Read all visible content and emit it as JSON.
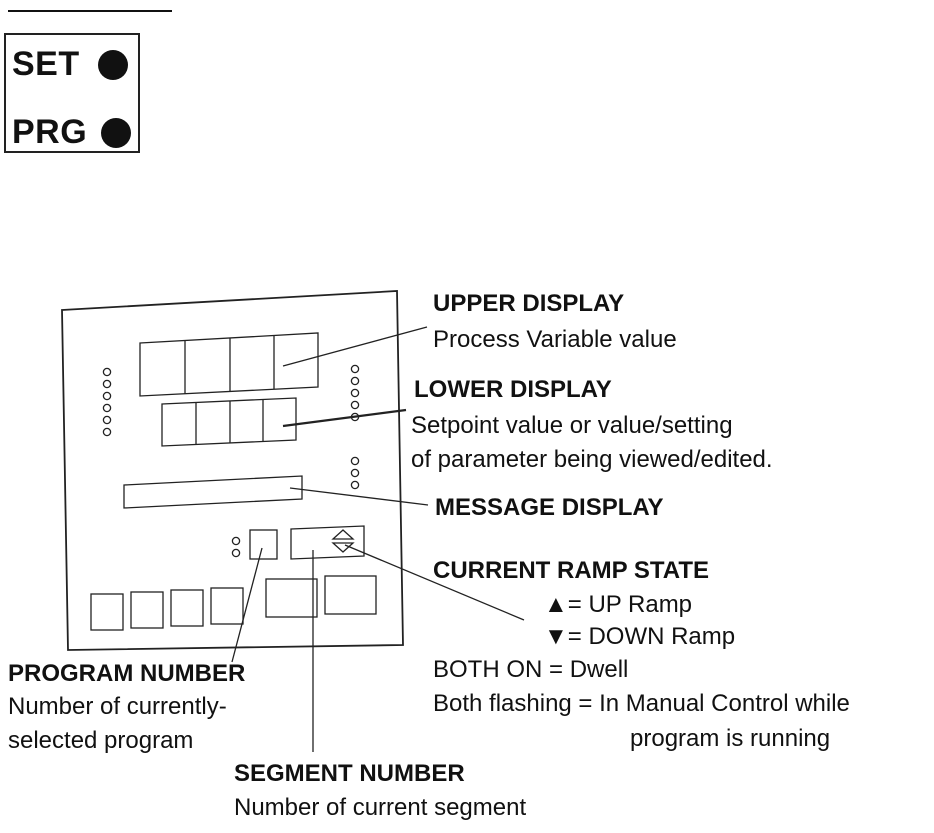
{
  "indicators": {
    "set_label": "SET",
    "prg_label": "PRG"
  },
  "callouts": {
    "upper_display": {
      "title": "UPPER DISPLAY",
      "desc": "Process Variable value"
    },
    "lower_display": {
      "title": "LOWER DISPLAY",
      "desc_line1": "Setpoint value or value/setting",
      "desc_line2": "of parameter being viewed/edited."
    },
    "message_display": {
      "title": "MESSAGE DISPLAY"
    },
    "ramp_state": {
      "title": "CURRENT RAMP STATE",
      "up": "▲= UP Ramp",
      "down": "▼= DOWN Ramp",
      "both_on": "BOTH ON = Dwell",
      "both_flashing_line1": "Both flashing = In Manual Control while",
      "both_flashing_line2": "program is running"
    },
    "program_number": {
      "title": "PROGRAM NUMBER",
      "desc_line1": "Number of currently-",
      "desc_line2": "selected program"
    },
    "segment_number": {
      "title": "SEGMENT NUMBER",
      "desc": "Number of current segment"
    }
  }
}
